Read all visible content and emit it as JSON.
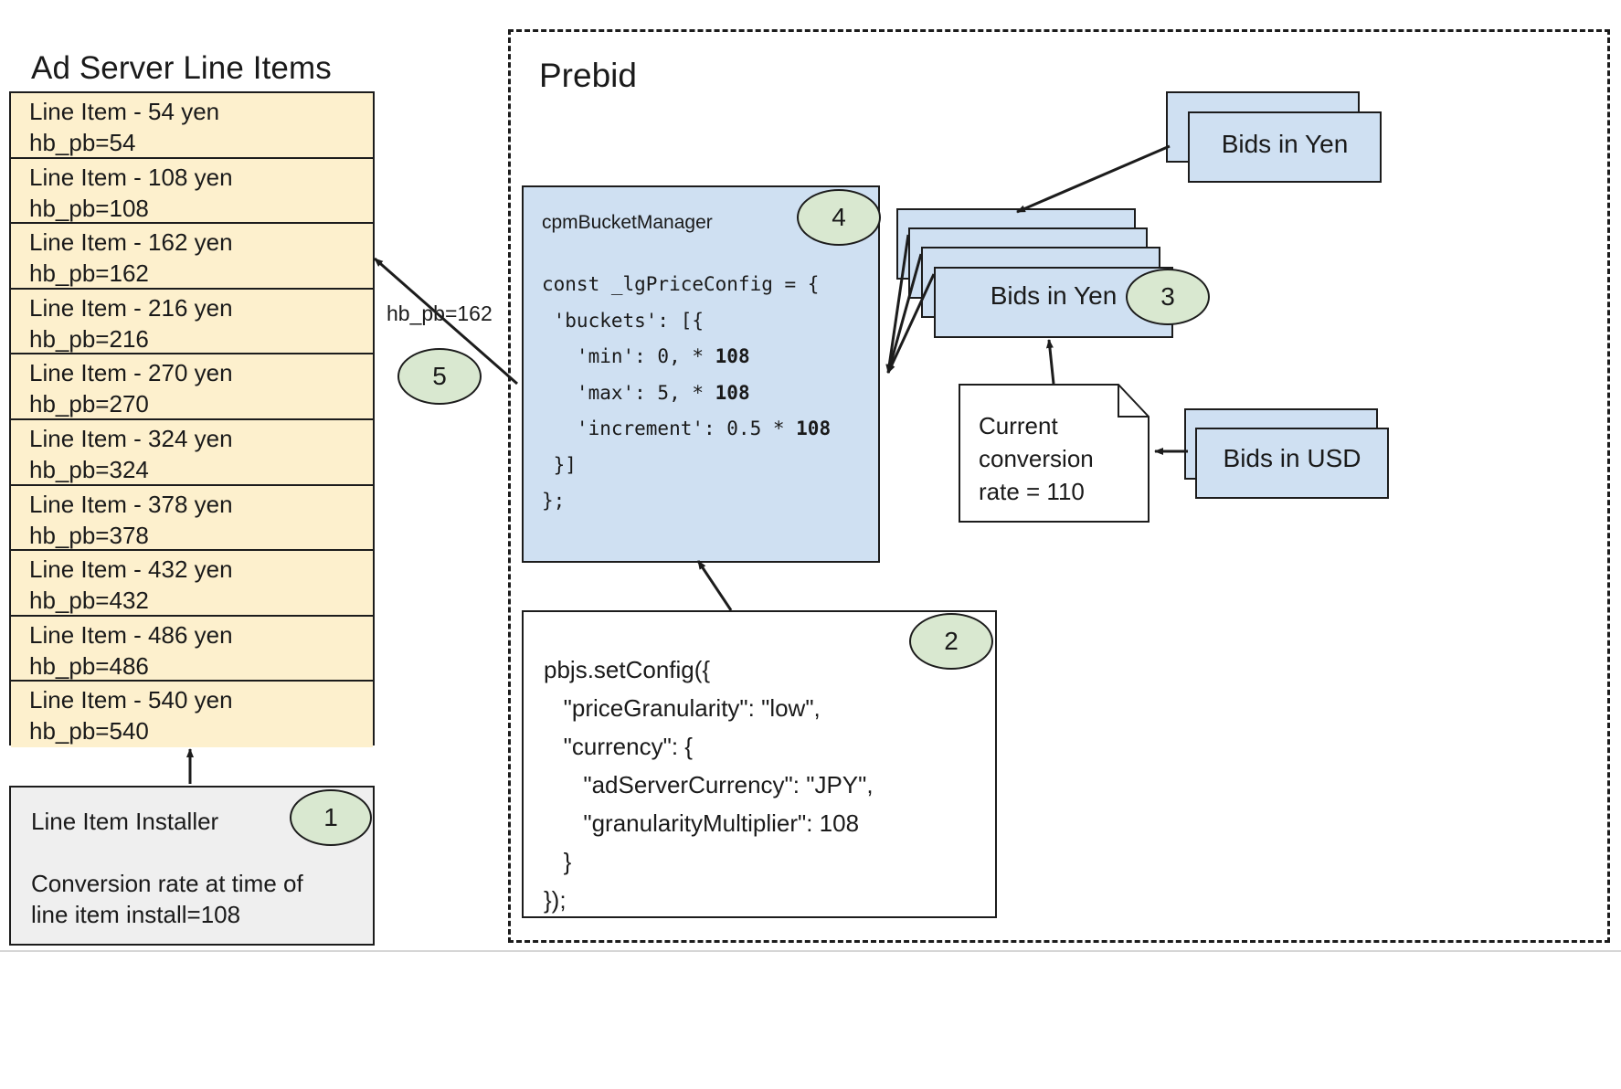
{
  "left_panel": {
    "title": "Ad Server Line Items",
    "line_items": [
      {
        "name": "Line Item - 54 yen",
        "key": "hb_pb=54"
      },
      {
        "name": "Line Item - 108 yen",
        "key": "hb_pb=108"
      },
      {
        "name": "Line Item - 162 yen",
        "key": "hb_pb=162"
      },
      {
        "name": "Line Item - 216 yen",
        "key": "hb_pb=216"
      },
      {
        "name": "Line Item - 270 yen",
        "key": "hb_pb=270"
      },
      {
        "name": "Line Item - 324 yen",
        "key": "hb_pb=324"
      },
      {
        "name": "Line Item - 378 yen",
        "key": "hb_pb=378"
      },
      {
        "name": "Line Item - 432 yen",
        "key": "hb_pb=432"
      },
      {
        "name": "Line Item - 486 yen",
        "key": "hb_pb=486"
      },
      {
        "name": "Line Item - 540 yen",
        "key": "hb_pb=540"
      }
    ],
    "installer": {
      "title": "Line Item Installer",
      "note": "Conversion rate at time of\nline item install=108"
    }
  },
  "prebid": {
    "title": "Prebid",
    "cpm_bucket_manager": {
      "title": "cpmBucketManager",
      "code_lines": [
        "const _lgPriceConfig = {",
        " 'buckets': [{",
        "   'min': 0, * 108",
        "   'max': 5, * 108",
        "   'increment': 0.5 * 108",
        " }]",
        "};"
      ],
      "code_text": "const _lgPriceConfig = {\n 'buckets': [{\n   'min': 0, * 108\n   'max': 5, * 108\n   'increment': 0.5 * 108\n }]\n};"
    },
    "set_config": {
      "code_text": "pbjs.setConfig({\n   \"priceGranularity\": \"low\",\n   \"currency\": {\n      \"adServerCurrency\": \"JPY\",\n      \"granularityMultiplier\": 108\n   }\n});"
    }
  },
  "bids": {
    "yen_top_label": "Bids in Yen",
    "yen_stack_label": "Bids in Yen",
    "usd_label": "Bids in USD"
  },
  "conversion_note": {
    "text": "Current\nconversion\nrate = 110"
  },
  "edges": {
    "hb_pb_label": "hb_pb=162"
  },
  "steps": {
    "one": "1",
    "two": "2",
    "three": "3",
    "four": "4",
    "five": "5"
  },
  "colors": {
    "line_item_fill": "#fdf0cd",
    "prebid_blue": "#cfe0f2",
    "step_green": "#d9e8d0",
    "installer_gray": "#efefef",
    "stroke": "#1c1c1c"
  }
}
